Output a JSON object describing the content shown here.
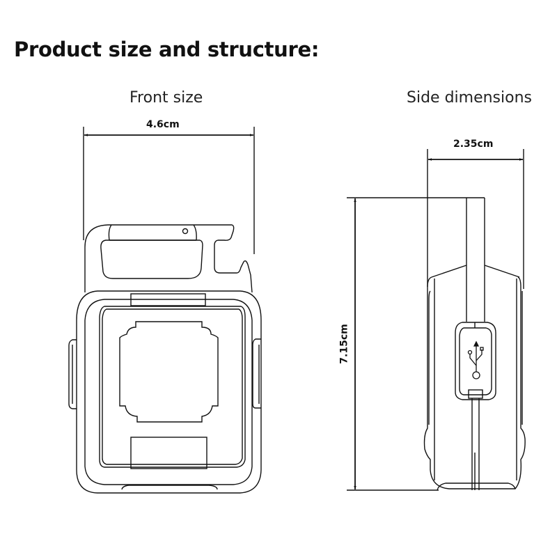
{
  "title": "Product size and structure:",
  "views": {
    "front": {
      "label": "Front size",
      "width_dimension": "4.6cm"
    },
    "side": {
      "label": "Side dimensions",
      "depth_dimension": "2.35cm",
      "height_dimension": "7.15cm"
    }
  },
  "icons": {
    "port": "usb-icon"
  },
  "colors": {
    "line": "#111111",
    "background": "#ffffff"
  }
}
